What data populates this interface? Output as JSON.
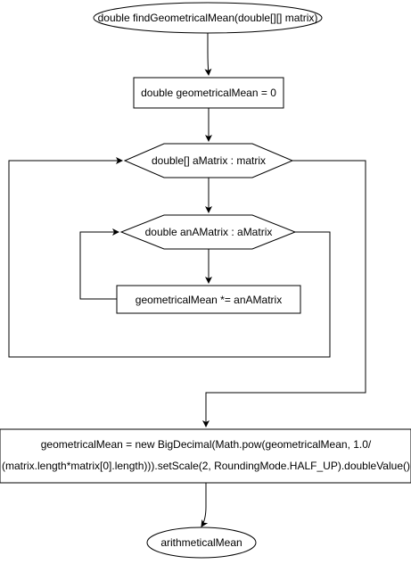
{
  "flowchart": {
    "start_label": "double findGeometricalMean(double[][] matrix)",
    "init_label": "double geometricalMean = 0",
    "outer_loop_label": "double[] aMatrix : matrix",
    "inner_loop_label": "double anAMatrix : aMatrix",
    "multiply_label": "geometricalMean *= anAMatrix",
    "result_line1": "geometricalMean = new BigDecimal(Math.pow(geometricalMean, 1.0/",
    "result_line2": "(matrix.length*matrix[0].length))).setScale(2, RoundingMode.HALF_UP).doubleValue()",
    "end_label": "arithmeticalMean"
  },
  "colors": {
    "stroke": "#000000",
    "fill": "#ffffff",
    "text": "#000000"
  }
}
